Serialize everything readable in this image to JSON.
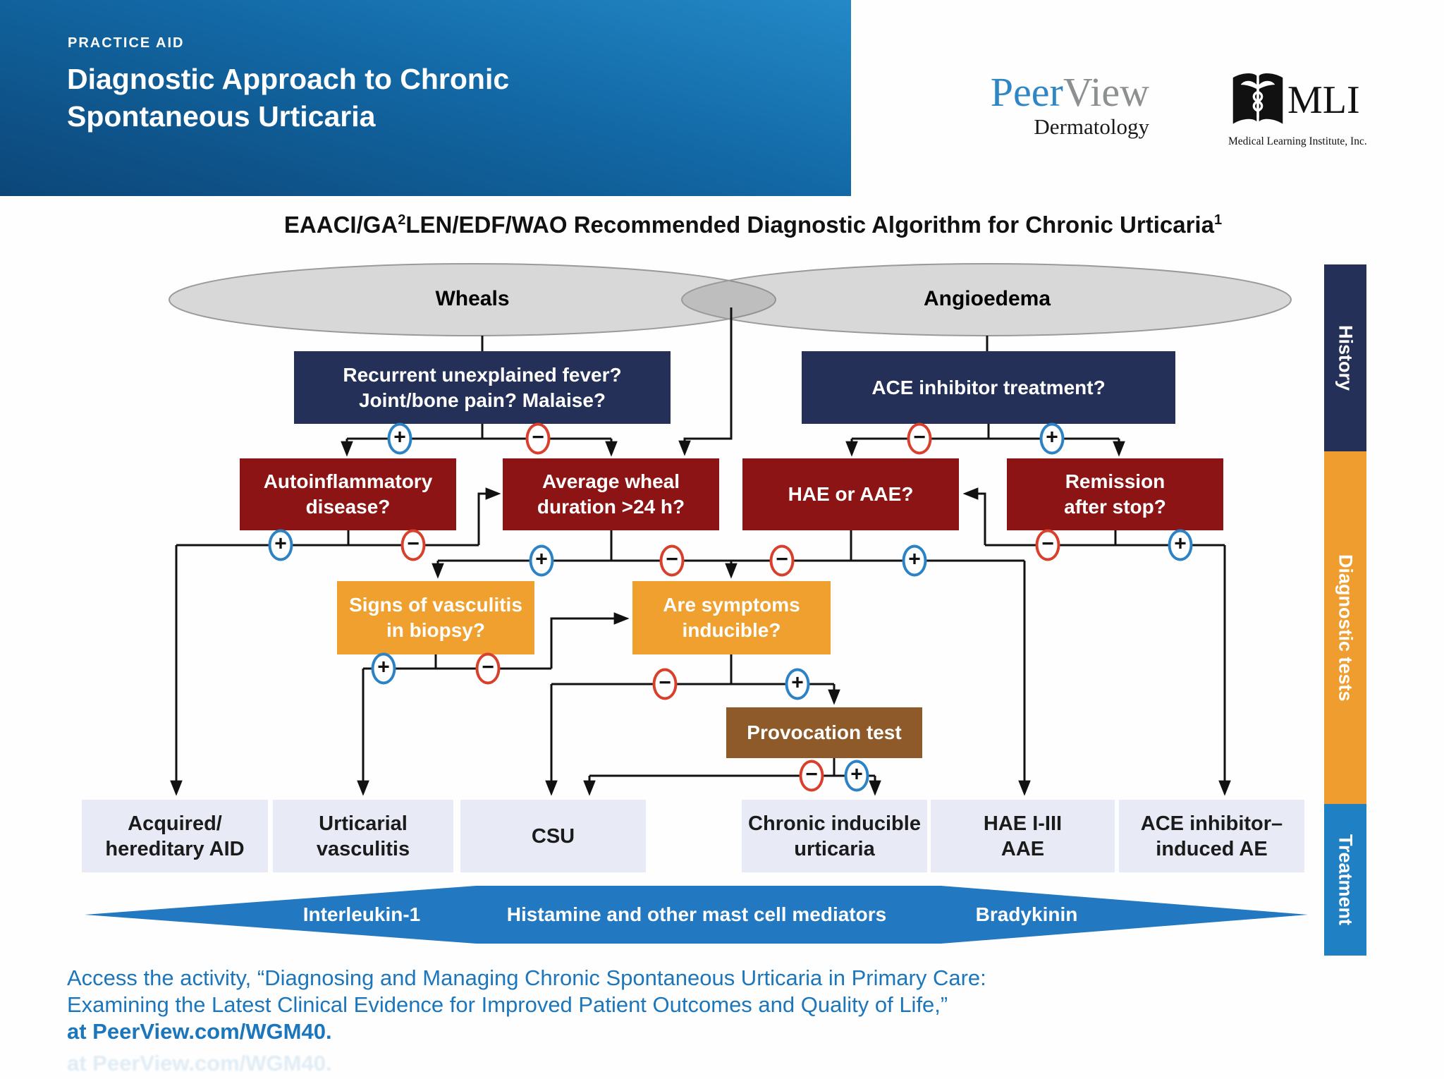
{
  "header": {
    "eyebrow": "PRACTICE AID",
    "title": "Diagnostic Approach to Chronic\nSpontaneous Urticaria",
    "peerview_logo": {
      "peer": "Peer",
      "view": "View",
      "dept": "Dermatology"
    },
    "mli_logo": {
      "abbr": "MLI",
      "name": "Medical Learning Institute, Inc."
    }
  },
  "diagram": {
    "title": {
      "pre": "EAACI/GA",
      "sup_a": "2",
      "mid": "LEN/EDF/WAO Recommended Diagnostic Algorithm for Chronic Urticaria",
      "sup_b": "1"
    },
    "ellipses": {
      "wheals": "Wheals",
      "angioedema": "Angioedema"
    },
    "questions": {
      "fever": "Recurrent unexplained fever?\nJoint/bone pain? Malaise?",
      "ace": "ACE inhibitor treatment?",
      "autoinflammatory": "Autoinflammatory\ndisease?",
      "wheal_duration": "Average wheal\nduration >24 h?",
      "hae_aae": "HAE or AAE?",
      "remission": "Remission\nafter stop?",
      "vasculitis_biopsy": "Signs of vasculitis\nin biopsy?",
      "inducible": "Are symptoms\ninducible?",
      "provocation": "Provocation test"
    },
    "outcomes": {
      "aid": "Acquired/\nhereditary AID",
      "uv": "Urticarial\nvasculitis",
      "csu": "CSU",
      "ciu": "Chronic inducible\nurticaria",
      "hae": "HAE I-III\nAAE",
      "ace_ae": "ACE inhibitor–\ninduced AE"
    },
    "signs": {
      "plus": "+",
      "minus": "−"
    },
    "sidebar": {
      "history": "History",
      "diagnostic": "Diagnostic tests",
      "treatment": "Treatment"
    },
    "mediators": {
      "il1": "Interleukin-1",
      "histamine": "Histamine and other mast cell mediators",
      "bradykinin": "Bradykinin"
    }
  },
  "footer": {
    "line1": "Access the activity, “Diagnosing and Managing Chronic Spontaneous Urticaria in Primary Care:",
    "line2": "Examining the Latest Clinical Evidence for Improved Patient Outcomes and Quality of Life,”",
    "link": "at PeerView.com/WGM40."
  },
  "colors": {
    "header_blue_dark": "#0c4678",
    "header_blue_light": "#2489c7",
    "navy": "#243058",
    "maroon": "#8d1414",
    "orange": "#efa02f",
    "brown": "#8f5a2a",
    "outcome_bg": "#e8eaf5",
    "band_blue": "#2278c1",
    "treatment_blue": "#1f80c3",
    "plus_ring": "#2b82c4",
    "minus_ring": "#d8402c",
    "footer_text": "#1b76bc"
  }
}
